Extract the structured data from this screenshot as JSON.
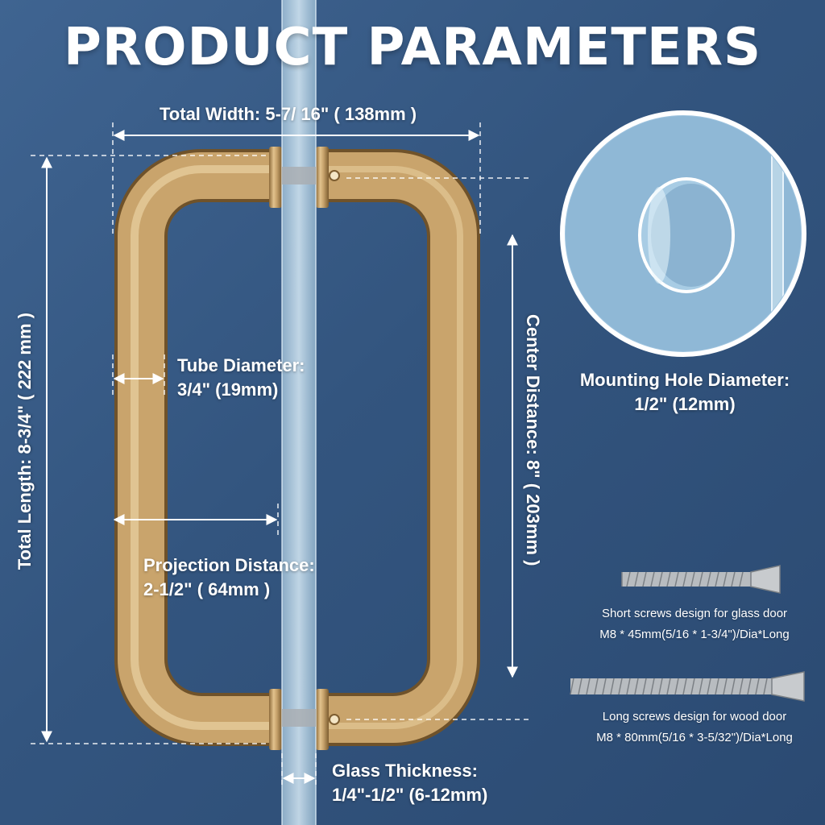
{
  "title": "PRODUCT PARAMETERS",
  "colors": {
    "background": "#35598a",
    "handle_gold": "#b9955e",
    "glass": "#b9d6ea",
    "text": "#ffffff"
  },
  "dimensions": {
    "total_width": "Total Width: 5-7/ 16\" ( 138mm )",
    "total_length": "Total Length: 8-3/4\" ( 222 mm )",
    "center_distance": "Center Distance: 8\" ( 203mm )",
    "tube_diameter_label": "Tube Diameter:",
    "tube_diameter_value": "3/4\" (19mm)",
    "projection_label": "Projection Distance:",
    "projection_value": "2-1/2\"  ( 64mm )",
    "glass_thickness_label": "Glass Thickness:",
    "glass_thickness_value": "1/4\"-1/2\" (6-12mm)"
  },
  "mounting_hole": {
    "label": "Mounting Hole Diameter:",
    "value": "1/2\" (12mm)"
  },
  "screws": {
    "short_line1": "Short screws design for glass door",
    "short_line2": "M8 * 45mm(5/16 * 1-3/4\")/Dia*Long",
    "long_line1": "Long screws design for wood door",
    "long_line2": "M8 * 80mm(5/16 * 3-5/32\")/Dia*Long"
  }
}
